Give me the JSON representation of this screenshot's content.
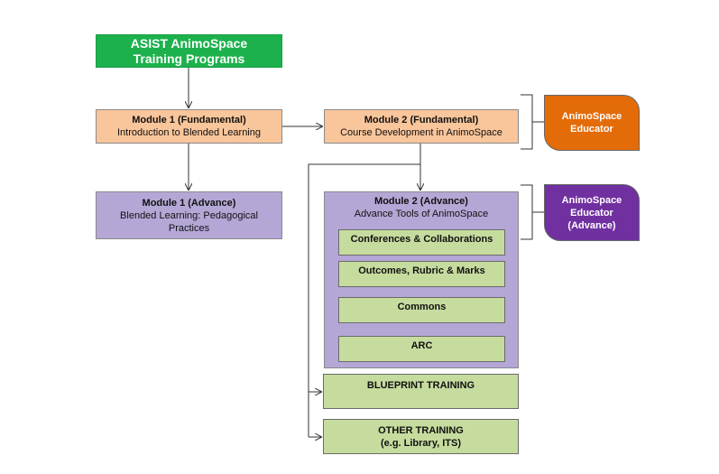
{
  "title": {
    "line1": "ASIST AnimoSpace",
    "line2": "Training Programs"
  },
  "module1_fundamental": {
    "heading": "Module 1 (Fundamental)",
    "subtitle": "Introduction to Blended Learning"
  },
  "module2_fundamental": {
    "heading": "Module 2 (Fundamental)",
    "subtitle": "Course Development in AnimoSpace"
  },
  "module1_advance": {
    "heading": "Module 1 (Advance)",
    "subtitle_line1": "Blended Learning: Pedagogical",
    "subtitle_line2": "Practices"
  },
  "module2_advance": {
    "heading": "Module 2 (Advance)",
    "subtitle": "Advance Tools of AnimoSpace",
    "items": [
      "Conferences & Collaborations",
      "Outcomes, Rubric & Marks",
      "Commons",
      "ARC"
    ]
  },
  "blueprint": {
    "label": "BLUEPRINT TRAINING"
  },
  "other_training": {
    "line1": "OTHER TRAINING",
    "line2": "(e.g. Library, ITS)"
  },
  "badge_educator": {
    "line1": "AnimoSpace",
    "line2": "Educator"
  },
  "badge_educator_advance": {
    "line1": "AnimoSpace",
    "line2": "Educator",
    "line3": "(Advance)"
  },
  "colors": {
    "title": "#1cb14c",
    "fundamental": "#f9c59a",
    "advance": "#b4a7d6",
    "tool": "#c6dc9e",
    "badge_orange": "#e36c09",
    "badge_purple": "#7030a0"
  }
}
